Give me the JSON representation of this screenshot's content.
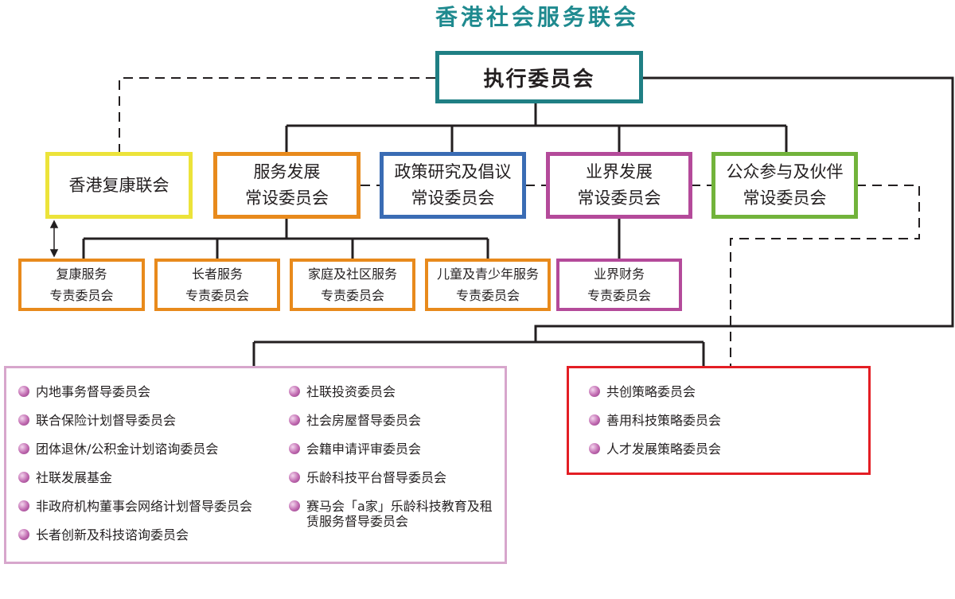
{
  "title": "香港社会服务联会",
  "executive": "执行委员会",
  "level2": [
    {
      "id": "rehab",
      "lines": [
        "香港复康联会"
      ],
      "color": "#ece33a"
    },
    {
      "id": "service-dev",
      "lines": [
        "服务发展",
        "常设委员会"
      ],
      "color": "#e88a1c"
    },
    {
      "id": "policy",
      "lines": [
        "政策研究及倡议",
        "常设委员会"
      ],
      "color": "#3a6cb4"
    },
    {
      "id": "sector-dev",
      "lines": [
        "业界发展",
        "常设委员会"
      ],
      "color": "#b44a9a"
    },
    {
      "id": "public",
      "lines": [
        "公众参与及伙伴",
        "常设委员会"
      ],
      "color": "#72b33b"
    }
  ],
  "level3": [
    {
      "id": "rehab-svc",
      "lines": [
        "复康服务",
        "专责委员会"
      ],
      "color": "#e88a1c"
    },
    {
      "id": "elderly-svc",
      "lines": [
        "长者服务",
        "专责委员会"
      ],
      "color": "#e88a1c"
    },
    {
      "id": "family-svc",
      "lines": [
        "家庭及社区服务",
        "专责委员会"
      ],
      "color": "#e88a1c"
    },
    {
      "id": "youth-svc",
      "lines": [
        "儿童及青少年服务",
        "专责委员会"
      ],
      "color": "#e88a1c"
    },
    {
      "id": "sector-fin",
      "lines": [
        "业界财务",
        "专责委员会"
      ],
      "color": "#b44a9a"
    }
  ],
  "left_panel": {
    "border_color": "#d7a6cc",
    "col1": [
      "内地事务督导委员会",
      "联合保险计划督导委员会",
      "团体退休/公积金计划谘询委员会",
      "社联发展基金",
      "非政府机构董事会网络计划督导委员会",
      "长者创新及科技谘询委员会"
    ],
    "col2": [
      "社联投资委员会",
      "社会房屋督导委员会",
      "会籍申请评审委员会",
      "乐龄科技平台督导委员会",
      "赛马会「a家」乐龄科技教育及租赁服务督导委员会"
    ]
  },
  "right_panel": {
    "border_color": "#e31e24",
    "items": [
      "共创策略委员会",
      "善用科技策略委员会",
      "人才发展策略委员会"
    ]
  }
}
